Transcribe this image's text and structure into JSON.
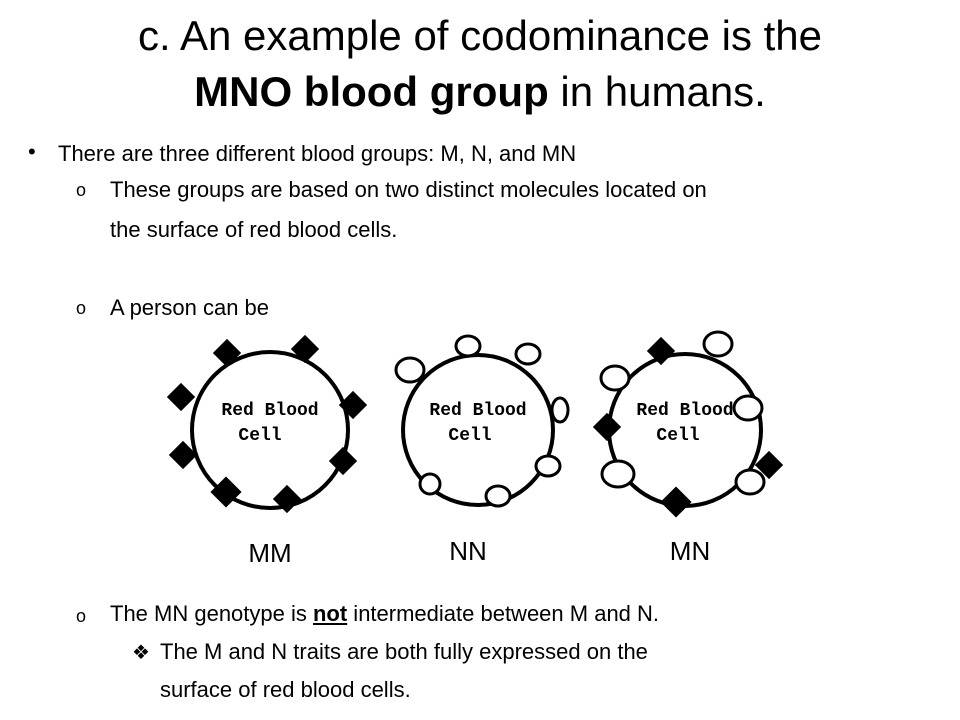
{
  "title": {
    "line1": "c. An example of codominance is the",
    "line2_bold": "MNO blood group",
    "line2_rest": " in humans."
  },
  "bullets": {
    "b1": "There are three different blood groups: M, N, and MN",
    "b1_sub1_line1": "These groups are based on two distinct molecules located on",
    "b1_sub1_line2": "the surface of red blood cells.",
    "b1_sub2": "A person can be",
    "b2_pre": "The MN genotype is ",
    "b2_not": "not",
    "b2_post": " intermediate between M and N.",
    "b3_line1": "The M and N traits are both fully expressed on the",
    "b3_line2": "surface of red blood cells."
  },
  "markers": {
    "dot": "•",
    "o": "o",
    "diamond": "❖"
  },
  "figure": {
    "cell_label_line1": "Red Blood",
    "cell_label_line2": "Cell",
    "genotypes": [
      "MM",
      "NN",
      "MN"
    ]
  }
}
